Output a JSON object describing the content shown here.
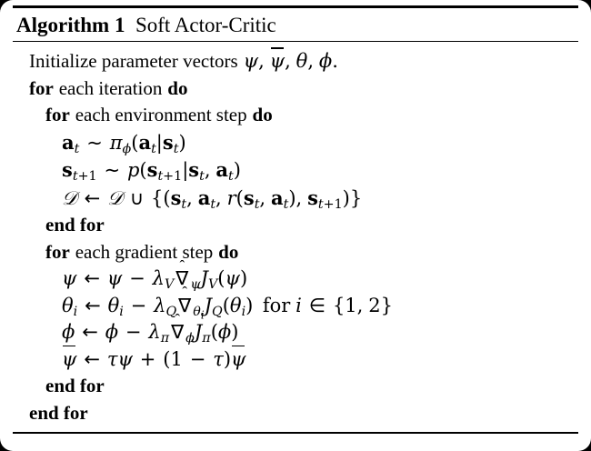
{
  "document": {
    "type": "algorithm-block",
    "title": {
      "keyword": "Algorithm 1",
      "name": "Soft Actor-Critic"
    },
    "colors": {
      "ink": "#000000",
      "page": "#ffffff",
      "frame": "#000000"
    },
    "lines": [
      {
        "id": "init",
        "indent": 0,
        "text": "Initialize parameter vectors ψ, ψ̄, θ, ϕ.",
        "keyword": "",
        "rest": "Initialize parameter vectors"
      },
      {
        "id": "for-iteration",
        "indent": 0,
        "text": "for each iteration do",
        "keyword": "for",
        "rest": "each iteration",
        "keyword_end": "do"
      },
      {
        "id": "for-env-step",
        "indent": 1,
        "text": "for each environment step do",
        "keyword": "for",
        "rest": "each environment step",
        "keyword_end": "do"
      },
      {
        "id": "sample-action",
        "indent": 2,
        "text": "a_t ~ π_ϕ(a_t|s_t)"
      },
      {
        "id": "sample-next-state",
        "indent": 2,
        "text": "s_{t+1} ~ p(s_{t+1}|s_t, a_t)"
      },
      {
        "id": "update-buffer",
        "indent": 2,
        "text": "D ← D ∪ {(s_t, a_t, r(s_t, a_t), s_{t+1})}"
      },
      {
        "id": "end-for-env",
        "indent": 1,
        "text": "end for",
        "keyword": "end for"
      },
      {
        "id": "for-gradient-step",
        "indent": 1,
        "text": "for each gradient step do",
        "keyword": "for",
        "rest": "each gradient step",
        "keyword_end": "do"
      },
      {
        "id": "update-psi",
        "indent": 2,
        "text": "ψ ← ψ − λ_V ∇̂_ψ J_V(ψ)"
      },
      {
        "id": "update-theta",
        "indent": 2,
        "text": "θ_i ← θ_i − λ_Q ∇̂_{θ_i} J_Q(θ_i) for i ∈ {1, 2}"
      },
      {
        "id": "update-phi",
        "indent": 2,
        "text": "ϕ ← ϕ − λ_π ∇̂_ϕ J_π(ϕ)"
      },
      {
        "id": "update-target",
        "indent": 2,
        "text": "ψ̄ ← τψ + (1 − τ)ψ̄"
      },
      {
        "id": "end-for-gradient",
        "indent": 1,
        "text": "end for",
        "keyword": "end for"
      },
      {
        "id": "end-for-iteration",
        "indent": 0,
        "text": "end for",
        "keyword": "end for"
      }
    ],
    "labels": {
      "for": "for",
      "do": "do",
      "end_for": "end for",
      "each_iteration": "each iteration",
      "each_environment_step": "each environment step",
      "each_gradient_step": "each gradient step",
      "initialize": "Initialize parameter vectors",
      "for_lower": "for",
      "period": "."
    }
  }
}
